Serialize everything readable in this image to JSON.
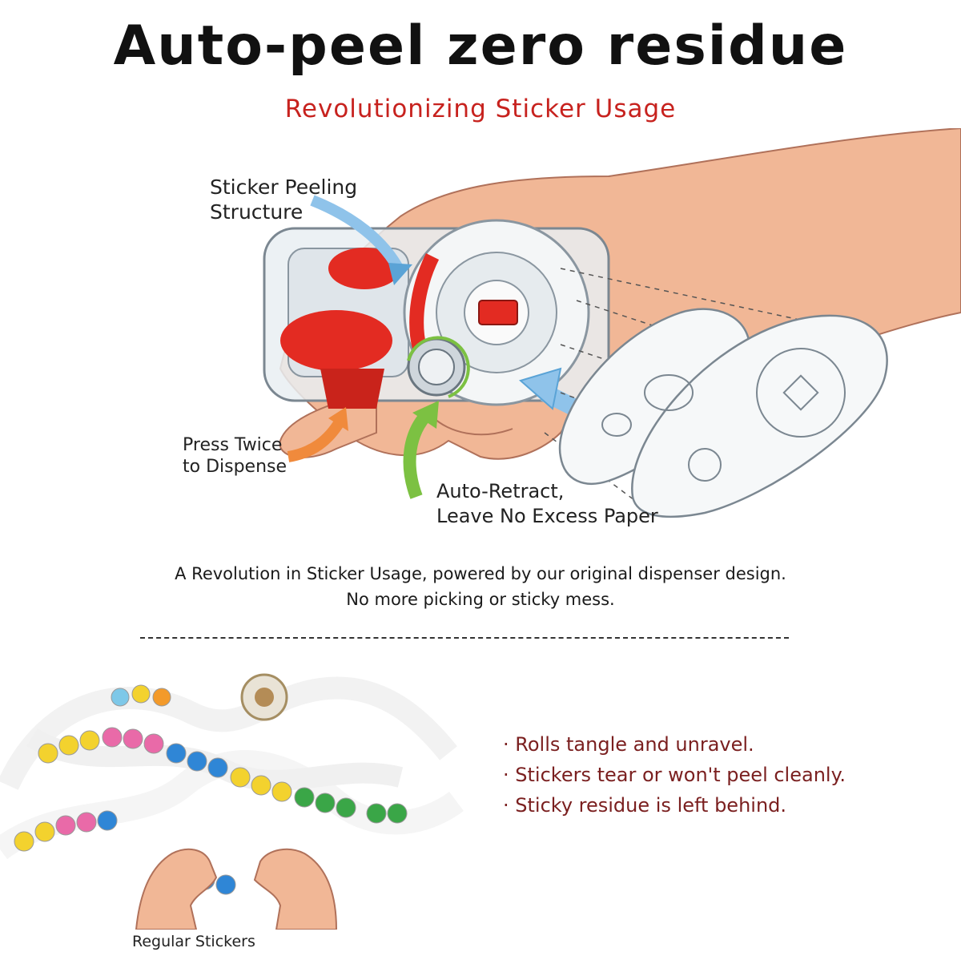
{
  "header": {
    "title": "Auto-peel zero residue",
    "subtitle": "Revolutionizing Sticker Usage"
  },
  "callouts": {
    "peeling_line1": "Sticker Peeling",
    "peeling_line2": "Structure",
    "press_line1": "Press Twice",
    "press_line2": "to Dispense",
    "retract_line1": "Auto-Retract,",
    "retract_line2": "Leave No Excess Paper"
  },
  "tagline": {
    "line1": "A Revolution in Sticker Usage, powered by our original dispenser design.",
    "line2": "No more picking or sticky mess."
  },
  "comparison": {
    "caption": "Regular Stickers",
    "problems": [
      "Rolls tangle and unravel.",
      "Stickers tear or won't peel cleanly.",
      "Sticky residue is left behind."
    ]
  },
  "colors": {
    "title": "#111111",
    "subtitle": "#c7221e",
    "problems": "#7a1f1f",
    "sticker_red": "#e32b22",
    "arrow_blue": "#8fc3ea",
    "arrow_green": "#7cc142",
    "arrow_orange": "#f08a3c",
    "skin": "#f1b796"
  },
  "icons": [
    "sticker-dispenser-illustration",
    "hand-illustration",
    "tangled-rolls-illustration"
  ]
}
